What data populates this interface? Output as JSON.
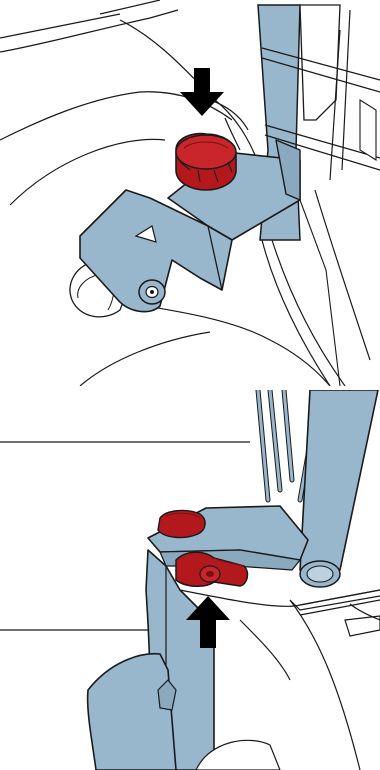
{
  "figure": {
    "panels": [
      {
        "id": "top",
        "action": "press-down",
        "arrow_direction": "down"
      },
      {
        "id": "bottom",
        "action": "press-up",
        "arrow_direction": "up"
      }
    ]
  },
  "colors": {
    "bracket": "#98b7cc",
    "knob": "#b3191c",
    "knob_shadow": "#7a0f12",
    "outline": "#1a1a1a",
    "arrow": "#000000",
    "background": "#ffffff"
  },
  "icons": {
    "top_arrow": "arrow-down-icon",
    "bottom_arrow": "arrow-up-icon",
    "knob": "clamp-knob-icon"
  }
}
